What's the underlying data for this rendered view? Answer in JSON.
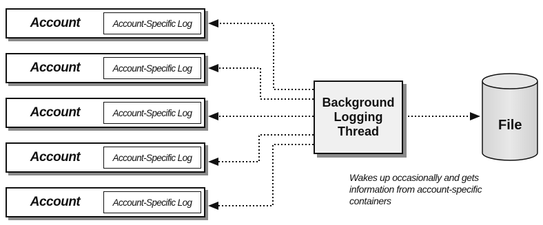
{
  "accounts": [
    {
      "label": "Account",
      "log_label": "Account-Specific Log"
    },
    {
      "label": "Account",
      "log_label": "Account-Specific Log"
    },
    {
      "label": "Account",
      "log_label": "Account-Specific Log"
    },
    {
      "label": "Account",
      "log_label": "Account-Specific Log"
    },
    {
      "label": "Account",
      "log_label": "Account-Specific Log"
    }
  ],
  "thread": {
    "line1": "Background",
    "line2": "Logging",
    "line3": "Thread"
  },
  "file": {
    "label": "File"
  },
  "caption": {
    "line1": "Wakes up occasionally and gets",
    "line2": "information from account-specific",
    "line3": "containers"
  }
}
